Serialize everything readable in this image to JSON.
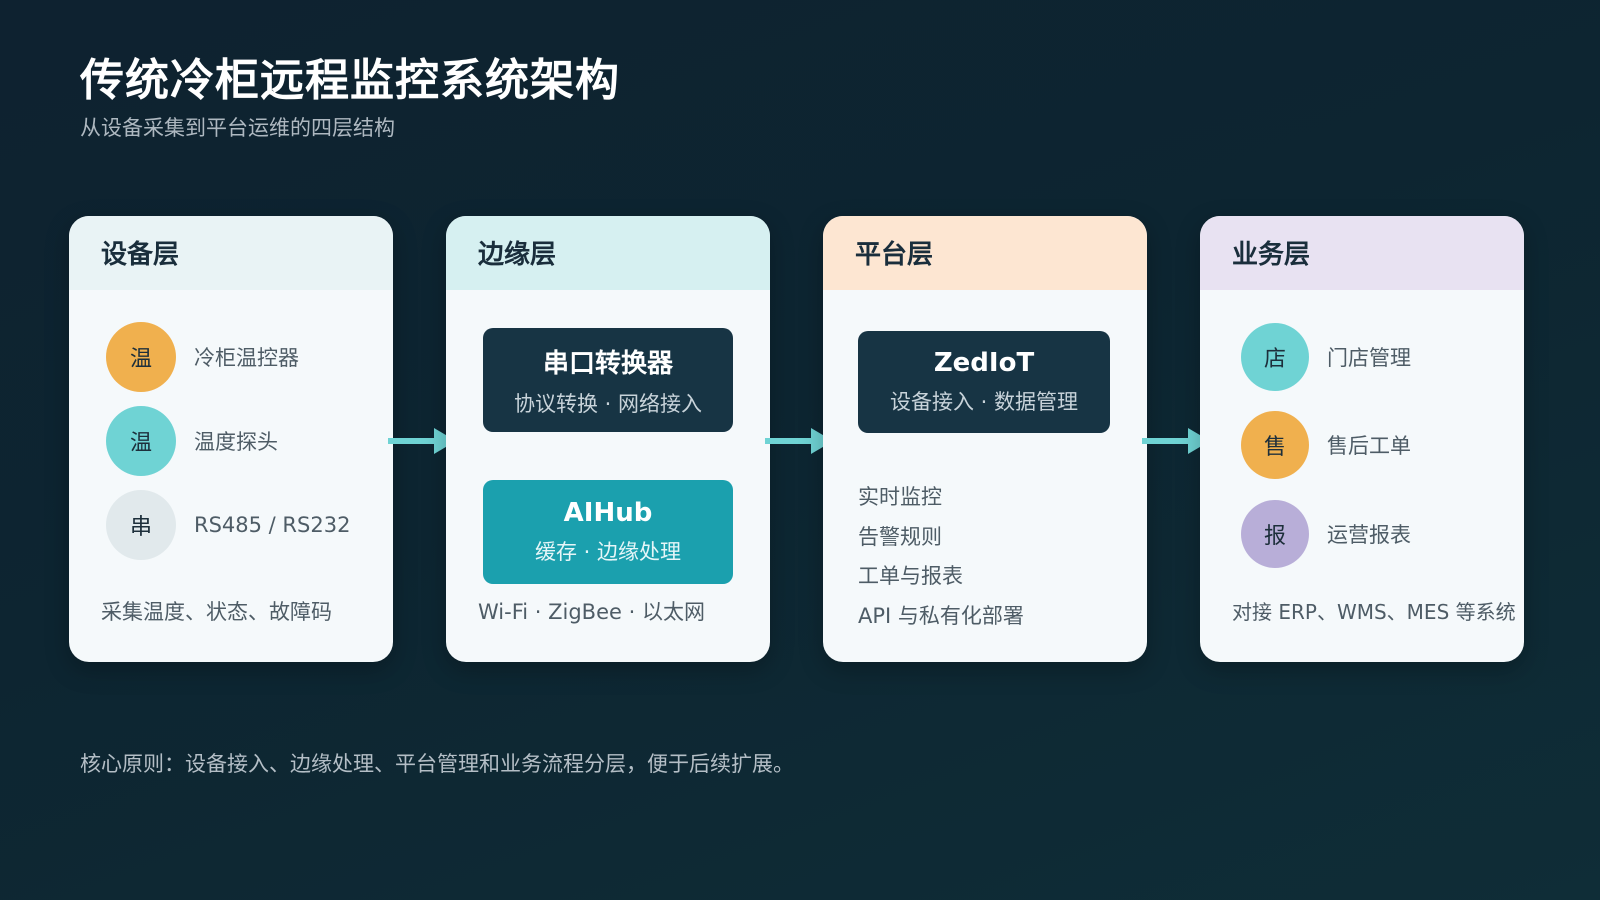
{
  "header": {
    "title": "传统冷柜远程监控系统架构",
    "subtitle": "从设备采集到平台运维的四层结构"
  },
  "layers": {
    "device": {
      "title": "设备层",
      "items": [
        {
          "badge": "温",
          "label": "冷柜温控器",
          "color": "#f0b04e"
        },
        {
          "badge": "温",
          "label": "温度探头",
          "color": "#6fd3d4"
        },
        {
          "badge": "串",
          "label": "RS485 / RS232",
          "color": "#e1e9ec"
        }
      ],
      "note": "采集温度、状态、故障码"
    },
    "edge": {
      "title": "边缘层",
      "boxes": [
        {
          "title": "串口转换器",
          "sub": "协议转换 · 网络接入"
        },
        {
          "title": "AIHub",
          "sub": "缓存 · 边缘处理"
        }
      ],
      "note": "Wi-Fi · ZigBee · 以太网"
    },
    "platform": {
      "title": "平台层",
      "box": {
        "title": "ZedIoT",
        "sub": "设备接入 · 数据管理"
      },
      "features": [
        "实时监控",
        "告警规则",
        "工单与报表",
        "API 与私有化部署"
      ]
    },
    "business": {
      "title": "业务层",
      "items": [
        {
          "badge": "店",
          "label": "门店管理",
          "color": "#6fd3d4"
        },
        {
          "badge": "售",
          "label": "售后工单",
          "color": "#f0b04e"
        },
        {
          "badge": "报",
          "label": "运营报表",
          "color": "#b8aed8"
        }
      ],
      "note": "对接 ERP、WMS、MES 等系统"
    }
  },
  "colors": {
    "device_head": "#e9f3f5",
    "edge_head": "#d6f0f1",
    "platform_head": "#fde6d2",
    "business_head": "#e8e2f2",
    "arrow": "#6fd3d4"
  },
  "footer": {
    "text": "核心原则：设备接入、边缘处理、平台管理和业务流程分层，便于后续扩展。"
  }
}
